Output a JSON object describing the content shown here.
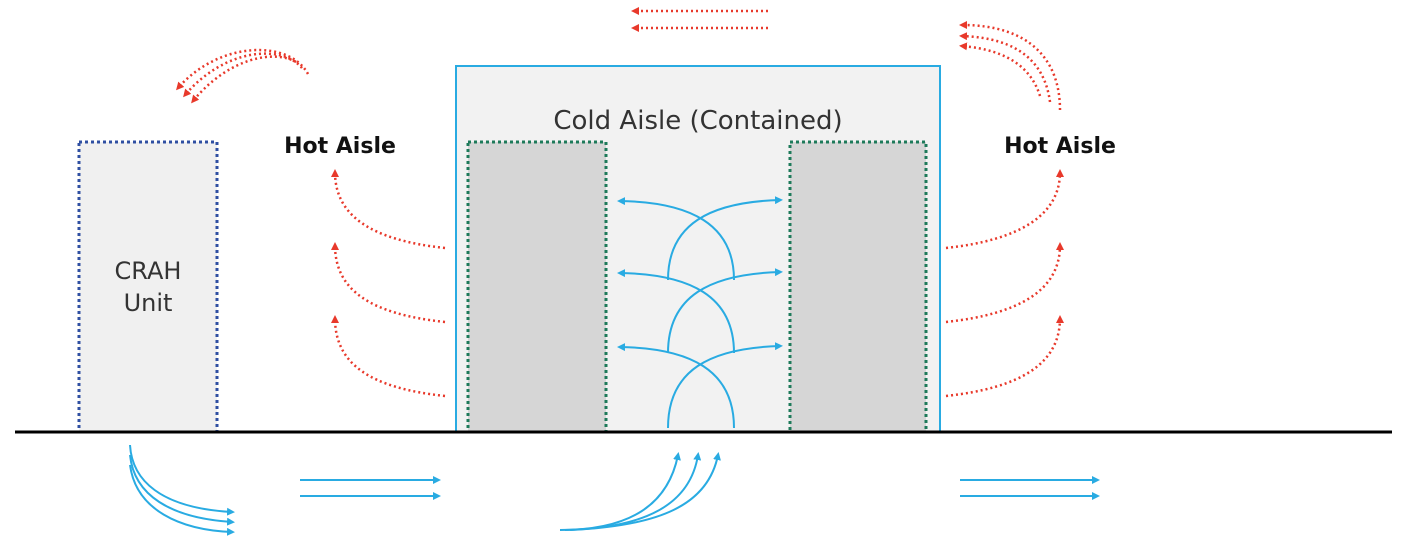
{
  "diagram": {
    "crah_label_line1": "CRAH",
    "crah_label_line2": "Unit",
    "hot_aisle_left": "Hot Aisle",
    "hot_aisle_right": "Hot Aisle",
    "cold_aisle": "Cold Aisle (Contained)"
  },
  "colors": {
    "hot_air": "#e8392b",
    "cold_air": "#29abe2",
    "crah_border": "#2f4fa2",
    "rack_border": "#1e7a5a",
    "containment_border": "#29abe2",
    "rack_fill": "#d6d6d6",
    "crah_fill": "#f0f0f0",
    "containment_fill": "#f2f2f2",
    "floor": "#000000"
  }
}
